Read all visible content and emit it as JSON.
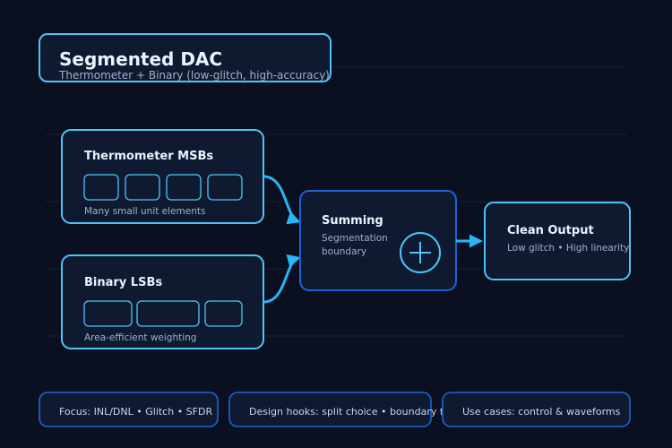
{
  "header": {
    "title": "Segmented DAC",
    "subtitle": "Thermometer + Binary (low-glitch, high-accuracy)"
  },
  "nodes": {
    "thermometer": {
      "title": "Thermometer MSBs",
      "caption": "Many small unit elements"
    },
    "binary": {
      "title": "Binary LSBs",
      "caption": "Area-efficient weighting"
    },
    "summing": {
      "title": "Summing",
      "caption_line1": "Segmentation",
      "caption_line2": "boundary"
    },
    "output": {
      "title": "Clean Output",
      "caption": "Low glitch • High linearity"
    }
  },
  "footer": {
    "focus": "Focus: INL/DNL • Glitch • SFDR",
    "design_hooks": "Design hooks: split choice • boundary tests",
    "use_cases": "Use cases: control & waveforms"
  },
  "colors": {
    "background": "#0b1020",
    "panel": "#0f1a30",
    "border_light": "#4fc3f7",
    "border_deep": "#1e63d6",
    "arrow": "#29b6f6",
    "title_text": "#eaf2ff",
    "muted_text": "#9fb0cc",
    "grid_line": "#162238"
  }
}
